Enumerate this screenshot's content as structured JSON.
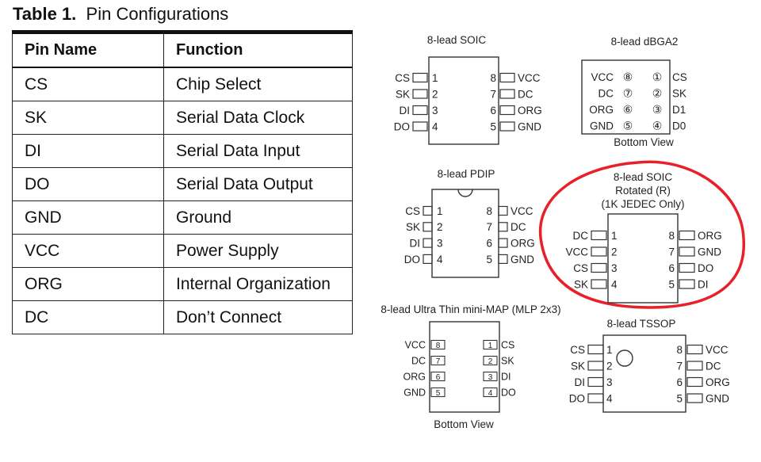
{
  "table": {
    "title_bold": "Table 1.",
    "title_rest": "Pin Configurations",
    "headers": [
      "Pin Name",
      "Function"
    ],
    "rows": [
      [
        "CS",
        "Chip Select"
      ],
      [
        "SK",
        "Serial Data Clock"
      ],
      [
        "DI",
        "Serial Data Input"
      ],
      [
        "DO",
        "Serial Data Output"
      ],
      [
        "GND",
        "Ground"
      ],
      [
        "VCC",
        "Power Supply"
      ],
      [
        "ORG",
        "Internal Organization"
      ],
      [
        "DC",
        "Don’t Connect"
      ]
    ]
  },
  "packages": {
    "soic": {
      "title": "8-lead SOIC",
      "left_labels": [
        "CS",
        "SK",
        "DI",
        "DO"
      ],
      "left_nums": [
        "1",
        "2",
        "3",
        "4"
      ],
      "right_nums": [
        "8",
        "7",
        "6",
        "5"
      ],
      "right_labels": [
        "VCC",
        "DC",
        "ORG",
        "GND"
      ]
    },
    "dbga2": {
      "title": "8-lead dBGA2",
      "left_labels": [
        "VCC",
        "DC",
        "ORG",
        "GND"
      ],
      "left_nums": [
        "⑧",
        "⑦",
        "⑥",
        "⑤"
      ],
      "right_nums": [
        "①",
        "②",
        "③",
        "④"
      ],
      "right_labels": [
        "CS",
        "SK",
        "D1",
        "D0"
      ],
      "caption": "Bottom View"
    },
    "pdip": {
      "title": "8-lead PDIP",
      "left_labels": [
        "CS",
        "SK",
        "DI",
        "DO"
      ],
      "left_nums": [
        "1",
        "2",
        "3",
        "4"
      ],
      "right_nums": [
        "8",
        "7",
        "6",
        "5"
      ],
      "right_labels": [
        "VCC",
        "DC",
        "ORG",
        "GND"
      ]
    },
    "soic_rotated": {
      "title_lines": [
        "8-lead SOIC",
        "Rotated (R)",
        "(1K JEDEC Only)"
      ],
      "left_labels": [
        "DC",
        "VCC",
        "CS",
        "SK"
      ],
      "left_nums": [
        "1",
        "2",
        "3",
        "4"
      ],
      "right_nums": [
        "8",
        "7",
        "6",
        "5"
      ],
      "right_labels": [
        "ORG",
        "GND",
        "DO",
        "DI"
      ],
      "highlight_color": "#e8202a"
    },
    "mini_map": {
      "title": "8-lead Ultra Thin mini-MAP (MLP 2x3)",
      "left_labels": [
        "VCC",
        "DC",
        "ORG",
        "GND"
      ],
      "left_nums": [
        "8",
        "7",
        "6",
        "5"
      ],
      "right_nums": [
        "1",
        "2",
        "3",
        "4"
      ],
      "right_labels": [
        "CS",
        "SK",
        "DI",
        "DO"
      ],
      "caption": "Bottom View"
    },
    "tssop": {
      "title": "8-lead TSSOP",
      "left_labels": [
        "CS",
        "SK",
        "DI",
        "DO"
      ],
      "left_nums": [
        "1",
        "2",
        "3",
        "4"
      ],
      "right_nums": [
        "8",
        "7",
        "6",
        "5"
      ],
      "right_labels": [
        "VCC",
        "DC",
        "ORG",
        "GND"
      ]
    }
  }
}
